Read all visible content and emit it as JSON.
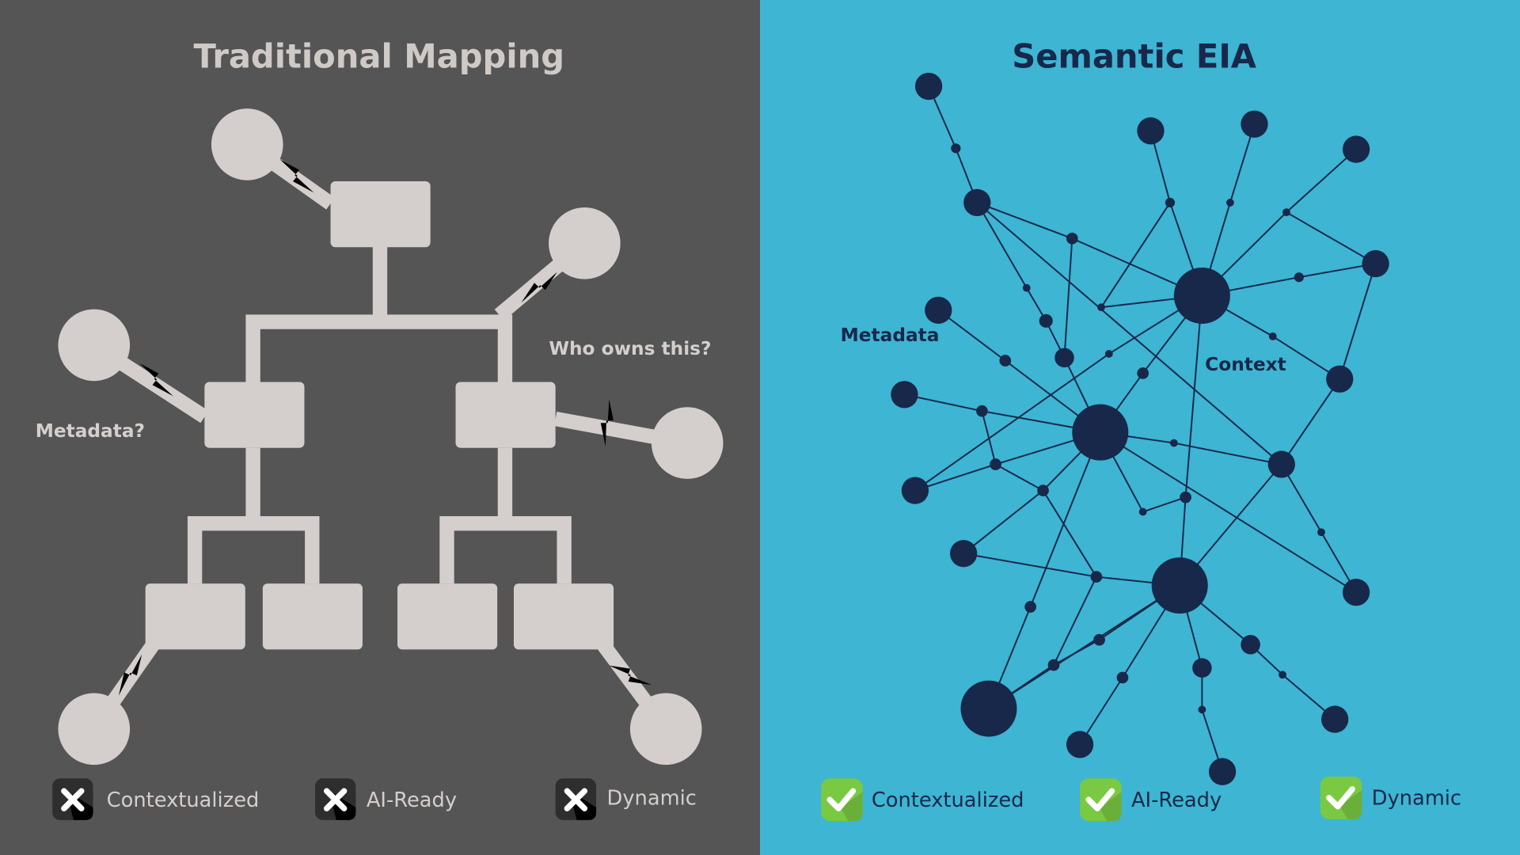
{
  "left_panel": {
    "title": "Traditional Mapping",
    "annotations": [
      "Who owns this?",
      "Metadata?"
    ],
    "badges": [
      {
        "label": "Contextualized",
        "icon": "x-icon",
        "state": "fail"
      },
      {
        "label": "AI-Ready",
        "icon": "x-icon",
        "state": "fail"
      },
      {
        "label": "Dynamic",
        "icon": "x-icon",
        "state": "fail"
      }
    ]
  },
  "right_panel": {
    "title": "Semantic EIA",
    "annotations": [
      "Metadata",
      "Context"
    ],
    "badges": [
      {
        "label": "Contextualized",
        "icon": "check-icon",
        "state": "pass"
      },
      {
        "label": "AI-Ready",
        "icon": "check-icon",
        "state": "pass"
      },
      {
        "label": "Dynamic",
        "icon": "check-icon",
        "state": "pass"
      }
    ]
  },
  "colors": {
    "left_bg": "#555555",
    "left_shape": "#d4cfcc",
    "right_bg": "#3db5d3",
    "node": "#17284a",
    "check_green": "#7ac943",
    "x_dark": "#2e2e2e"
  }
}
